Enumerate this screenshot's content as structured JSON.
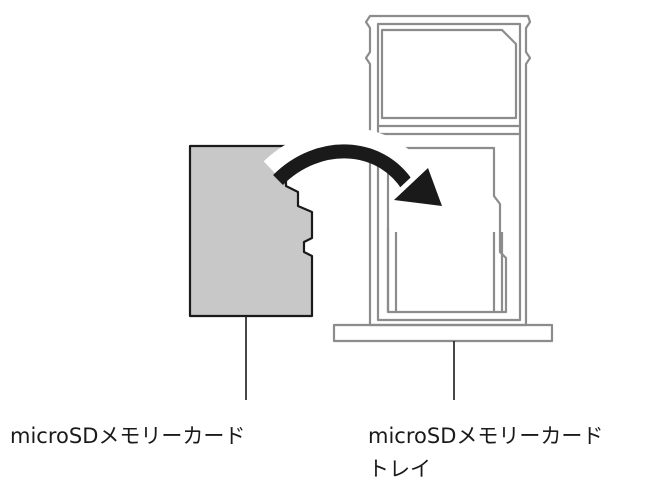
{
  "labels": {
    "card": "microSDメモリーカード",
    "tray_line1": "microSDメモリーカード",
    "tray_line2": "トレイ"
  },
  "colors": {
    "card_fill": "#c8c8c8",
    "outline": "#1a1a1a",
    "tray_outline": "#8c8c8c",
    "background": "#ffffff"
  },
  "icons": {
    "arrow": "curved-arrow-right-icon"
  }
}
